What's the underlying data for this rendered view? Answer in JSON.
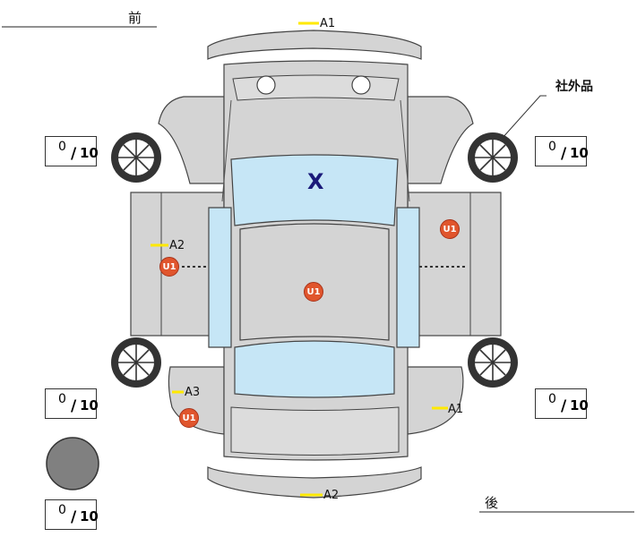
{
  "header": {
    "front_label": "前",
    "rear_label": "後"
  },
  "aftermarket_label": "社外品",
  "tread_indicators": [
    {
      "value": "0",
      "sep": "/",
      "max": "10"
    },
    {
      "value": "0",
      "sep": "/",
      "max": "10"
    },
    {
      "value": "0",
      "sep": "/",
      "max": "10"
    },
    {
      "value": "0",
      "sep": "/",
      "max": "10"
    },
    {
      "value": "0",
      "sep": "/",
      "max": "10"
    }
  ],
  "damage_codes": {
    "front_bumper": "A1",
    "rear_bumper": "A2",
    "left_front_door": "A2",
    "left_rear_fender": "A3",
    "right_rear_fender": "A1"
  },
  "badges": {
    "left_door": "U1",
    "roof": "U1",
    "right_door": "U1",
    "left_rear": "U1"
  },
  "windshield_mark": "X",
  "colors": {
    "body": "#d4d4d4",
    "glass": "#c6e6f6",
    "badge": "#e0552d",
    "marker": "#ffe900",
    "spare": "#808080"
  }
}
